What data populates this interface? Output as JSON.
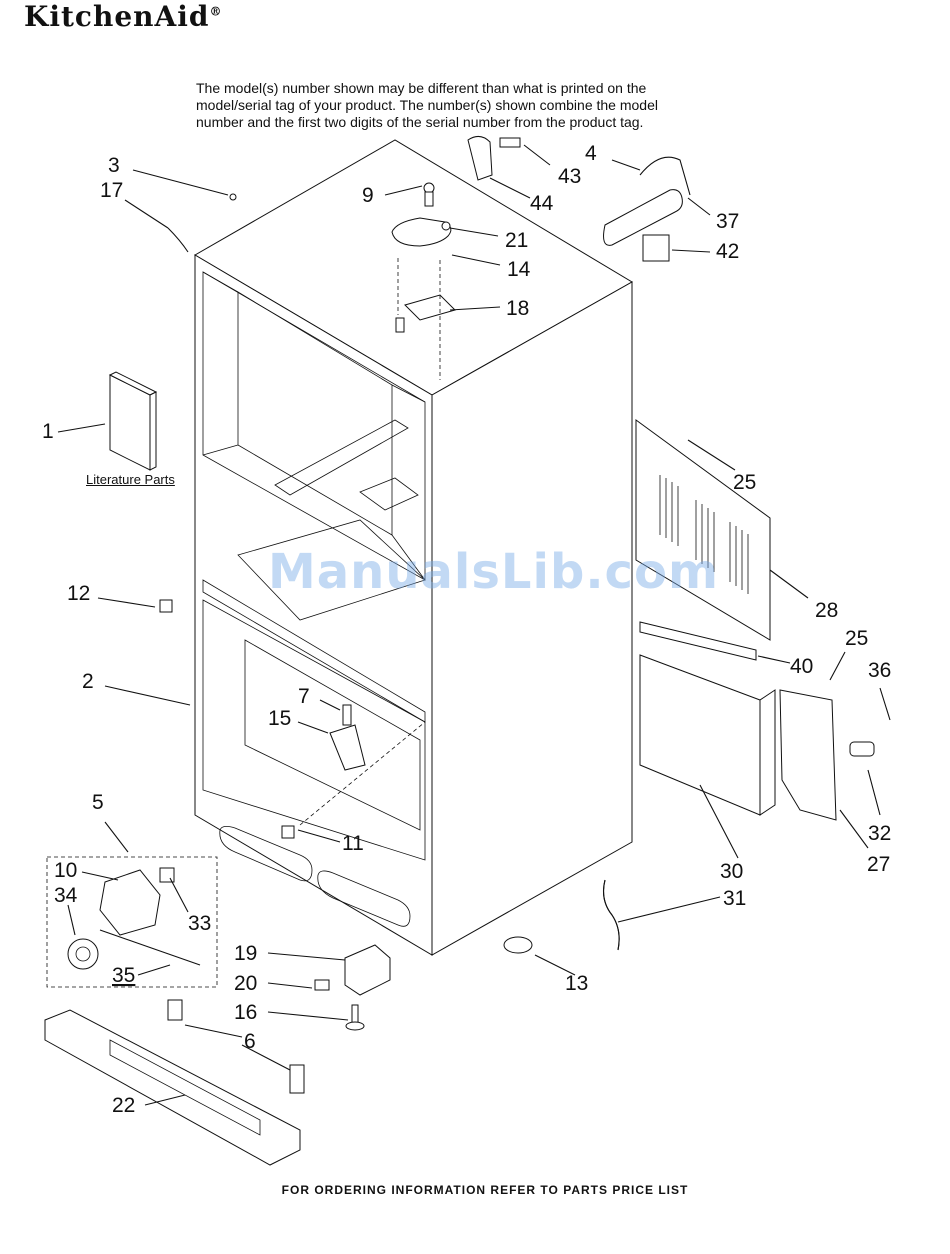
{
  "brand": {
    "name": "KitchenAid",
    "mark": "®"
  },
  "note_lines": [
    "The model(s) number shown may be different than what is printed on the",
    "model/serial tag of your product. The number(s) shown combine the model",
    "number and the first two digits of the serial number from the product tag."
  ],
  "literature_label": "Literature Parts",
  "watermark": "ManualsLib.com",
  "footer": "FOR ORDERING INFORMATION REFER TO PARTS PRICE LIST",
  "callouts": {
    "c1": "1",
    "c2": "2",
    "c3": "3",
    "c4": "4",
    "c5": "5",
    "c6": "6",
    "c7": "7",
    "c9": "9",
    "c10": "10",
    "c11": "11",
    "c12": "12",
    "c13": "13",
    "c14": "14",
    "c15": "15",
    "c16": "16",
    "c17": "17",
    "c18": "18",
    "c19": "19",
    "c20": "20",
    "c21": "21",
    "c22": "22",
    "c25a": "25",
    "c25b": "25",
    "c27": "27",
    "c28": "28",
    "c30": "30",
    "c31": "31",
    "c32": "32",
    "c33": "33",
    "c34": "34",
    "c35": "35",
    "c36": "36",
    "c37": "37",
    "c40": "40",
    "c42": "42",
    "c43": "43",
    "c44": "44"
  }
}
